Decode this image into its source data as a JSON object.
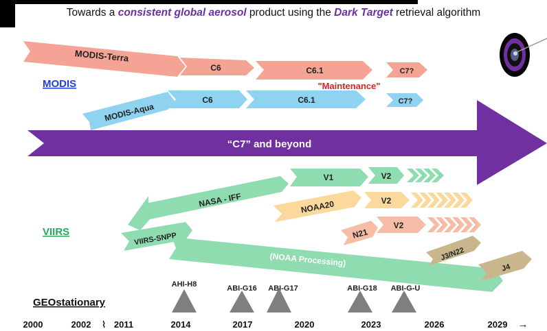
{
  "title": {
    "prefix": "Towards a ",
    "emphasis1": "consistent global aerosol",
    "middle": " product using the ",
    "emphasis2": "Dark Target",
    "suffix": " retrieval algorithm"
  },
  "colors": {
    "purple": "#7030a0",
    "modis_terra": "#f4a394",
    "modis_aqua": "#8fd3f0",
    "viirs_green": "#8fdcb0",
    "noaa_yellow": "#fbd89b",
    "n21_orange": "#f7bca6",
    "jpss_tan": "#c9b68c",
    "geo_gray": "#7f7f7f",
    "modis_label": "#1f3fd6",
    "viirs_label": "#25a85a",
    "maintenance": "#e02020"
  },
  "sections": {
    "modis": "MODIS",
    "viirs": "VIIRS",
    "geo": "GEOstationary"
  },
  "modis_terra": {
    "platform": "MODIS-Terra",
    "c6": "C6",
    "c61": "C6.1",
    "c7": "C7?"
  },
  "maintenance": "\"Maintenance\"",
  "modis_aqua": {
    "platform": "MODIS-Aqua",
    "c6": "C6",
    "c61": "C6.1",
    "c7": "C7?"
  },
  "main_arrow": "“C7” and beyond",
  "viirs": {
    "nasa_iff": "NASA - IFF",
    "nasa_v1": "V1",
    "nasa_v2": "V2",
    "noaa20": "NOAA20",
    "noaa20_v2": "V2",
    "n21": "N21",
    "n21_v2": "V2",
    "snpp": "VIIRS-SNPP",
    "noaa_processing": "(NOAA Processing)",
    "j3n22": "J3/N22",
    "j4": "J4"
  },
  "geo_sensors": [
    "AHI-H8",
    "ABI-G16",
    "ABI-G17",
    "ABI-G18",
    "ABI-G-U"
  ],
  "timeline": {
    "years": [
      "2000",
      "2002",
      "2011",
      "2014",
      "2017",
      "2020",
      "2023",
      "2026",
      "2029"
    ],
    "break_symbol": "⌇",
    "arrow": "→"
  }
}
